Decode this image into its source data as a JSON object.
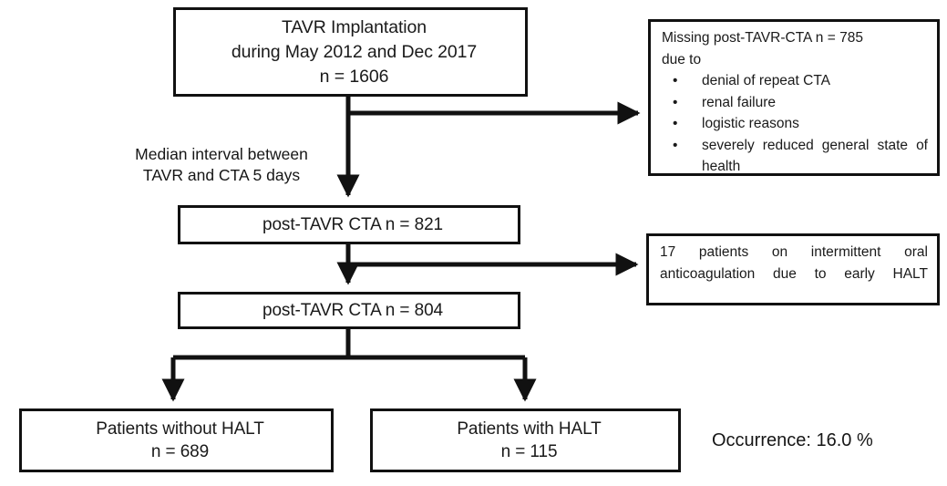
{
  "diagram": {
    "type": "flowchart",
    "title": "TAVR patient selection flow chart",
    "stroke_color": "#111111",
    "background_color": "#ffffff",
    "nodes": {
      "top": {
        "lines": [
          "TAVR Implantation",
          "during May 2012 and Dec 2017",
          "n = 1606"
        ]
      },
      "cta821": {
        "lines": [
          "post-TAVR CTA n = 821"
        ]
      },
      "cta804": {
        "lines": [
          "post-TAVR CTA n = 804"
        ]
      },
      "without_halt": {
        "lines": [
          "Patients without HALT",
          "n = 689"
        ]
      },
      "with_halt": {
        "lines": [
          "Patients with HALT",
          "n = 115"
        ]
      }
    },
    "notes": {
      "missing": {
        "header_line_1": "Missing post-TAVR-CTA n = 785",
        "header_line_2": "due to",
        "bullet_char": "•",
        "bullets": [
          "denial of repeat CTA",
          "renal failure",
          "logistic reasons",
          "severely reduced general state of health"
        ]
      },
      "oral": {
        "text": "17 patients on intermittent oral anticoagulation due to early HALT"
      }
    },
    "labels": {
      "median_interval": "Median interval between\nTAVR and CTA 5 days",
      "occurrence": "Occurrence: 16.0 %"
    },
    "stats": {
      "implanted_n": 1606,
      "missing_cta_n": 785,
      "post_tavr_cta_n": 821,
      "excluded_oral_anticoagulation_n": 17,
      "analyzed_cta_n": 804,
      "without_halt_n": 689,
      "with_halt_n": 115,
      "halt_occurrence_percent": 16.0,
      "median_interval_days": 5,
      "enrollment_start": "May 2012",
      "enrollment_end": "Dec 2017"
    }
  }
}
